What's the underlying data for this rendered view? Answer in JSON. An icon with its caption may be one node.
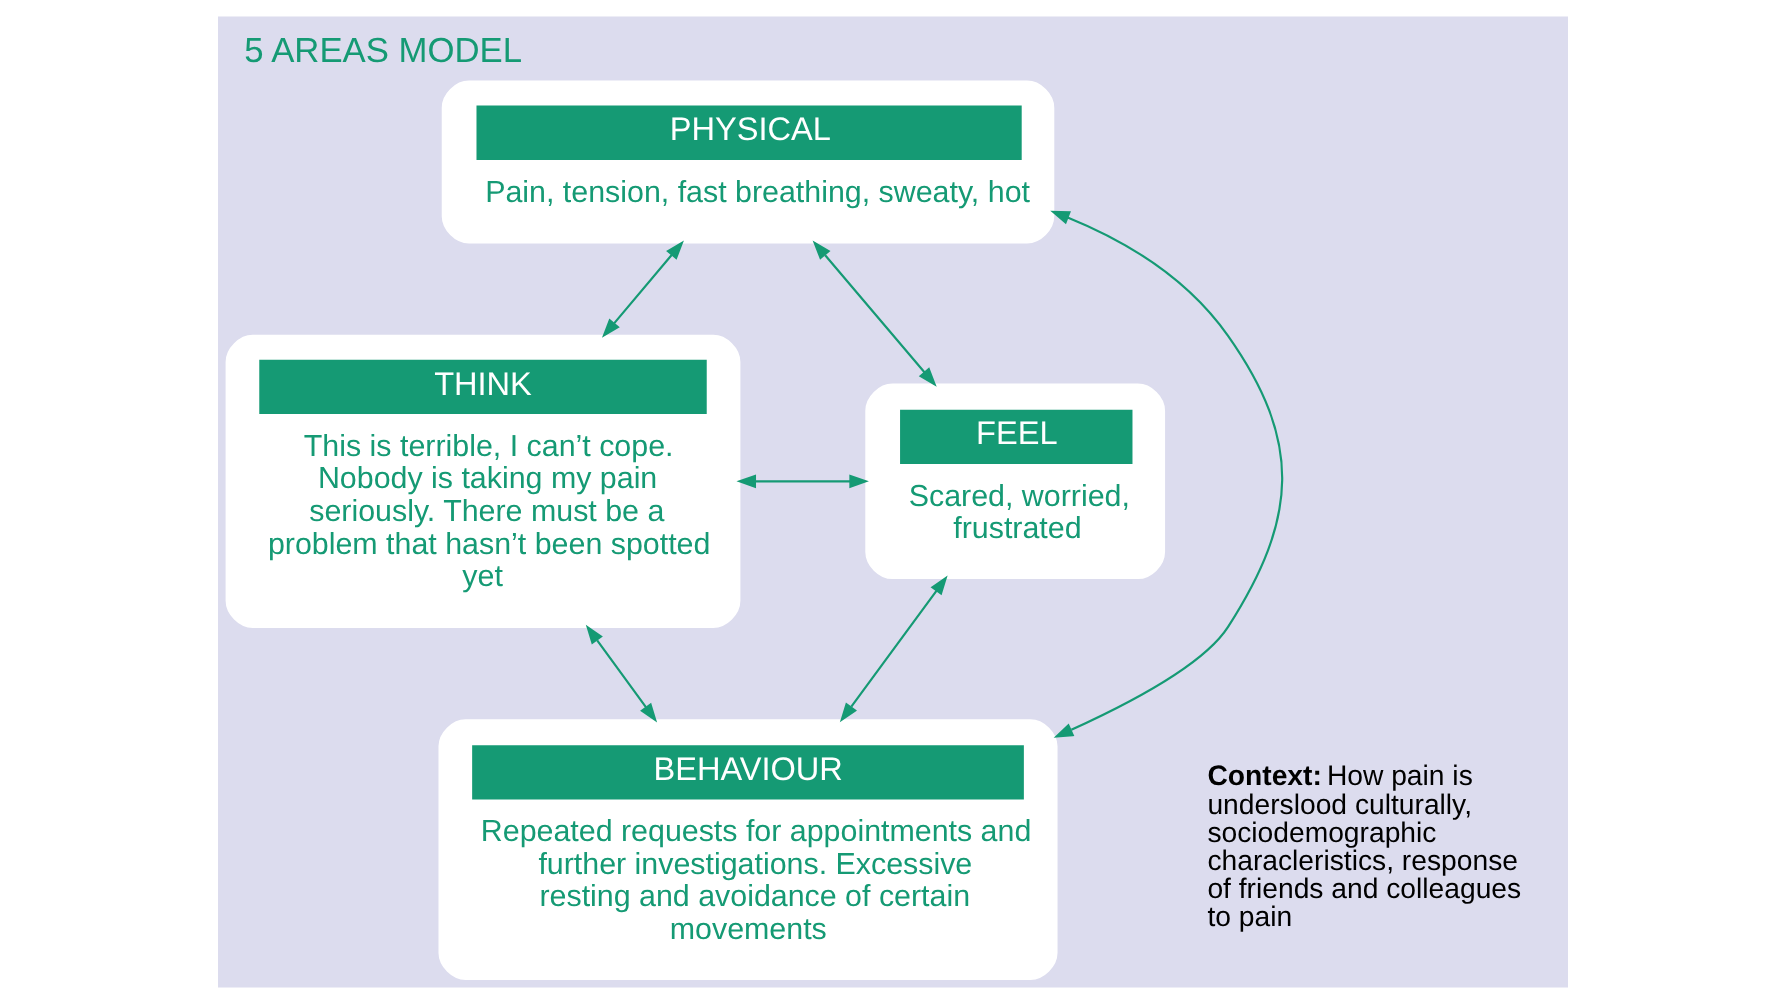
{
  "diagram": {
    "title": "5 AREAS MODEL",
    "nodes": [
      {
        "text": [
          "PHYSICAL",
          "Pain, tension, fast breathing, sweaty, hot"
        ]
      },
      {
        "text": [
          "THINK",
          "This is terrible, I can’t cope. Nobody is taking my pain seriously. There must be a problem that hasn’t been spotted yet"
        ]
      },
      {
        "text": [
          "FEEL",
          "Scared, worried, frustrated"
        ]
      },
      {
        "text": [
          "BEHAVIOUR",
          "Repeated requests for appointments and further investigations. Excessive resting and avoidance of certain movements"
        ]
      }
    ],
    "edges": [
      {
        "from": 0,
        "to": 1,
        "arrow": "both"
      },
      {
        "from": 0,
        "to": 2,
        "arrow": "both"
      },
      {
        "from": 1,
        "to": 3,
        "arrow": "both"
      },
      {
        "from": 2,
        "to": 3,
        "arrow": "both"
      },
      {
        "from": 3,
        "to": 0,
        "arrow": "both"
      },
      {
        "from": 1,
        "to": 2,
        "arrow": "both"
      }
    ],
    "labels": [
      "**Context:** How pain is underslood culturally, sociodemographic characleristics, response of friends and colleagues to pain"
    ]
  }
}
